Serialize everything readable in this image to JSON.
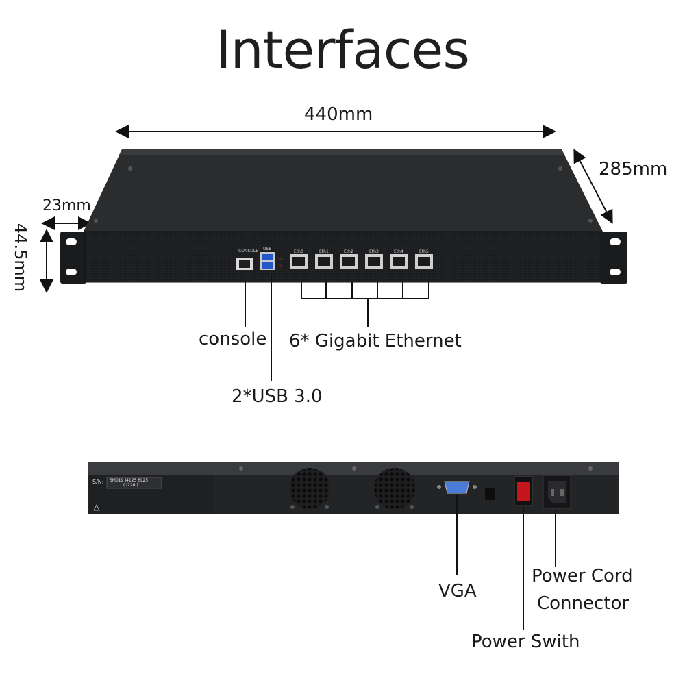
{
  "title": "Interfaces",
  "dimensions": {
    "width": "440mm",
    "depth": "285mm",
    "ear": "23mm",
    "height": "44.5mm"
  },
  "front_panel": {
    "console_label": "CONSOLE",
    "usb_label": "USB",
    "eth_ports": [
      "Eth0",
      "Eth1",
      "Eth2",
      "Eth3",
      "Eth4",
      "Eth5"
    ]
  },
  "callouts": {
    "console": "console",
    "usb": "2*USB 3.0",
    "ethernet": "6* Gigabit Ethernet",
    "vga": "VGA",
    "power_cord": [
      "Power Cord",
      "Connector"
    ],
    "power_switch": "Power Swith"
  },
  "rear_panel": {
    "sn_label": "S/N:",
    "sn_value": "SM019 J4125 6L25",
    "sn_sub": "( I226 )"
  },
  "colors": {
    "chassis_top": "#2b2c2e",
    "chassis_front": "#1b1c1e",
    "switch_red": "#c4161c"
  }
}
